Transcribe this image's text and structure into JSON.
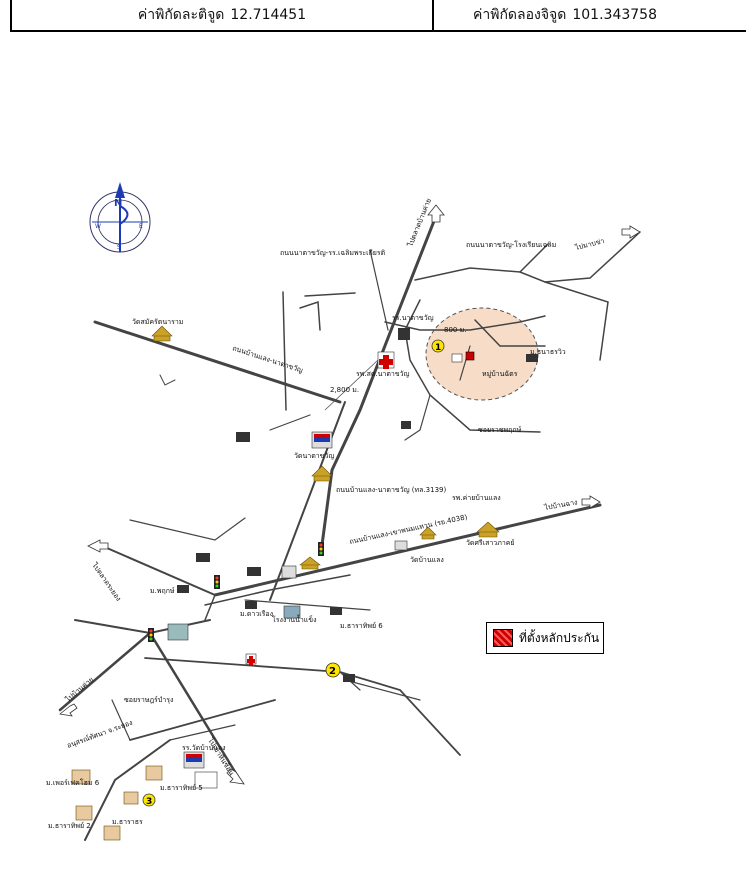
{
  "header": {
    "latitude_label": "ค่าพิกัดละติจูด",
    "latitude_value": "12.714451",
    "longitude_label": "ค่าพิกัดลองจิจูด",
    "longitude_value": "101.343758"
  },
  "compass": {
    "n": "N",
    "s": "S",
    "e": "E",
    "w": "W"
  },
  "legend": {
    "label": "ที่ตั้งหลักประกัน",
    "color": "#cc0000"
  },
  "markers": {
    "m1": "1",
    "m2": "2",
    "m3": "3"
  },
  "labels": [
    "ไปตลาดบ้านค่าย",
    "ไปมาบข่า",
    "ไปบ้านฉาง",
    "ไปตลาดระยอง",
    "ไปบ้านค่าย",
    "ไปเขาหินซ้อน",
    "ถนนนาตาขวัญ-รร.เฉลิมพระเกียรติ",
    "ถนนนาตาขวัญ-โรงเรียนเฉลิม",
    "อนุสรณ์ทัศนา จ.ระยอง",
    "วัดสมัครัตนาราม",
    "ถนนบ้านแลง-นาตาขวัญ (ทล.3139)",
    "ถนนบ้านแลง-เขาพนมแหวน (รย.4038)",
    "วัดนาตาขวัญ",
    "วัดบ้านแลง",
    "วัดศรีเสาวภาคย์",
    "ม.ธนาธรวิว",
    "ม.พฤกษ์",
    "ม.ดาวเรือง",
    "ม.ธาราทิพย์ 2",
    "ม.ธาราทิพย์ 5",
    "ม.ธาราธร",
    "ม.เพอร์เฟคโฮม 6",
    "หมู่บ้านฉัตร",
    "โรงงานน้ำแข็ง",
    "รพ.ค่ายบ้านแลง",
    "รร.วัดบ้านแลง",
    "ม.ธาราทิพย์ 6",
    "ซอยราษฎร์บำรุง",
    "รพ.สต.นาตาขวัญ",
    "ถนนบ้านแลง-นาตาขวัญ",
    "2,800 ม.",
    "800 ม.",
    "รร.นาตาขวัญ",
    "ซอยราชพฤกษ์"
  ]
}
